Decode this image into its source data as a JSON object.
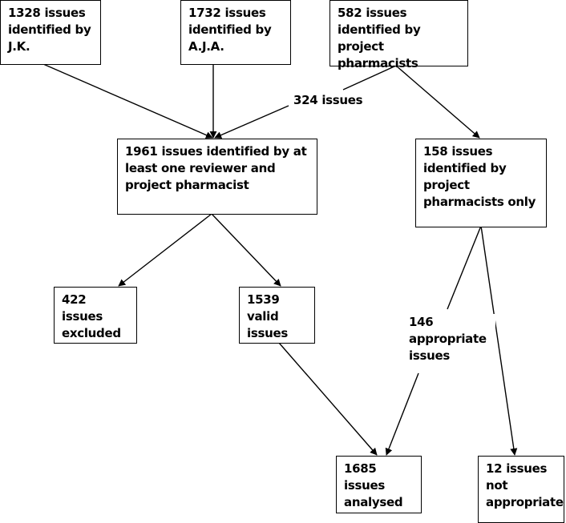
{
  "colors": {
    "line": "#000000",
    "background": "#ffffff",
    "text": "#000000"
  },
  "nodes": {
    "jk": "1328 issues identified by J.K.",
    "aja": "1732 issues identified by A.J.A.",
    "pharm": "582 issues identified by project pharmacists",
    "combined": "1961 issues identified by at least one reviewer and project pharmacist",
    "pharm_only": "158 issues identified by project pharmacists only",
    "excluded": "422 issues excluded",
    "valid": "1539 valid issues",
    "analysed": "1685 issues analysed",
    "not_appropriate": "12 issues not appropriate"
  },
  "edge_labels": {
    "overlap": "324 issues",
    "appropriate": "146 appropriate issues"
  }
}
